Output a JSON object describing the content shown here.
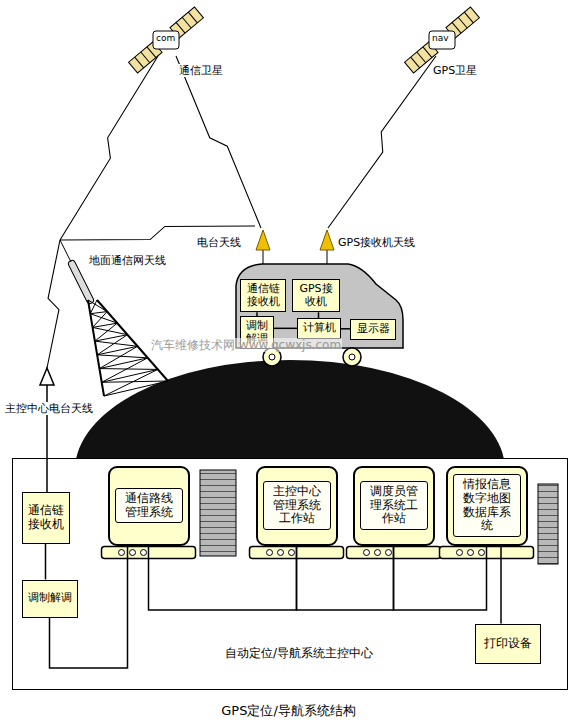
{
  "diagram": {
    "caption": "GPS定位/导航系统结构",
    "nodes": [
      {
        "text": [
          "通信链接收机"
        ]
      },
      {
        "text": [
          "GPS接收机"
        ]
      },
      {
        "text": [
          "调制解调"
        ]
      },
      {
        "text": [
          "计算机"
        ]
      },
      {
        "text": [
          "显示器"
        ]
      },
      {
        "text": [
          "自动定位/导航系统主控中心"
        ]
      },
      {
        "text": [
          "通信链接收机"
        ],
        "in": 5
      },
      {
        "text": [
          "通信路线管理系统"
        ],
        "in": 5
      },
      {
        "text": [
          "主控中心管理系统工作站"
        ],
        "in": 5
      },
      {
        "text": [
          "调度员管理系统工作站"
        ],
        "in": 5
      },
      {
        "text": [
          "情报信息数字地图数据库系统"
        ],
        "in": 5
      },
      {
        "text": [
          "调制解调"
        ],
        "in": 5
      },
      {
        "text": [
          "打印设备"
        ],
        "in": 5
      }
    ],
    "edges": [
      {
        "from": 0,
        "to": 2,
        "arrow": "none"
      },
      {
        "from": 1,
        "to": 3,
        "arrow": "none"
      },
      {
        "from": 2,
        "to": 3,
        "arrow": "none"
      },
      {
        "from": 3,
        "to": 4,
        "arrow": "none"
      },
      {
        "from": 6,
        "to": 11,
        "arrow": "none"
      },
      {
        "from": 11,
        "to": 7,
        "arrow": "none"
      },
      {
        "from": 7,
        "to": 8,
        "arrow": "none"
      },
      {
        "from": 8,
        "to": 9,
        "arrow": "none"
      },
      {
        "from": 9,
        "to": 10,
        "arrow": "none"
      },
      {
        "from": 10,
        "to": 12,
        "arrow": "none"
      }
    ],
    "labels": [
      "com",
      "nav",
      "通信卫星",
      "GPS卫星",
      "电台天线",
      "GPS接收机天线",
      "地面通信网天线",
      "主控中心电台天线",
      "汽车维修技术网 www.qcwxjs.com"
    ]
  }
}
